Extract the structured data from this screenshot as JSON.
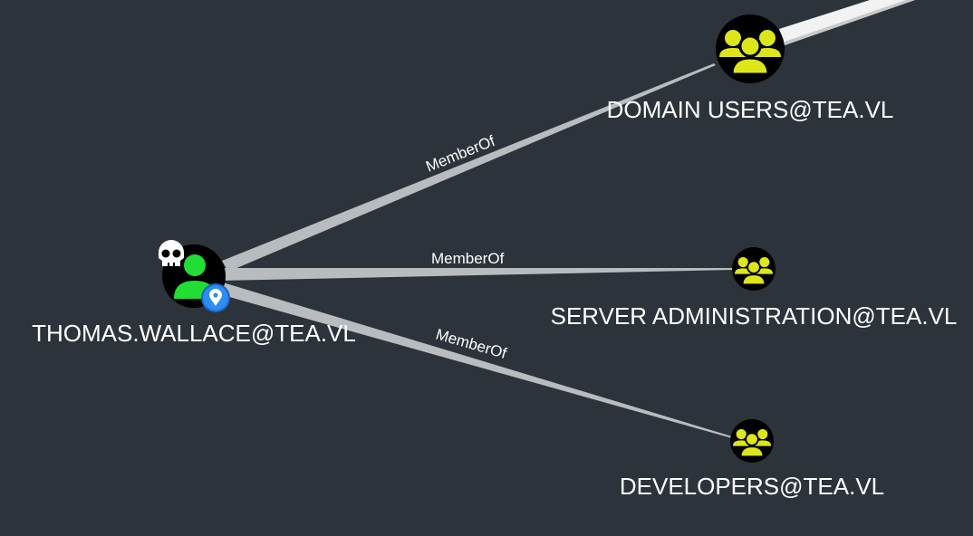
{
  "graph": {
    "nodes": [
      {
        "id": "user",
        "label": "THOMAS.WALLACE@TEA.VL",
        "type": "user",
        "owned": true,
        "has_session_marker": true
      },
      {
        "id": "domain_users",
        "label": "DOMAIN USERS@TEA.VL",
        "type": "group"
      },
      {
        "id": "server_admin",
        "label": "SERVER ADMINISTRATION@TEA.VL",
        "type": "group"
      },
      {
        "id": "developers",
        "label": "DEVELOPERS@TEA.VL",
        "type": "group"
      }
    ],
    "edges": [
      {
        "from": "user",
        "to": "domain_users",
        "label": "MemberOf"
      },
      {
        "from": "user",
        "to": "server_admin",
        "label": "MemberOf"
      },
      {
        "from": "user",
        "to": "developers",
        "label": "MemberOf"
      },
      {
        "from": "domain_users",
        "to": "offscreen",
        "label": ""
      }
    ],
    "icons": {
      "user": "user-icon",
      "group": "group-icon",
      "owned": "skull-icon",
      "marker": "location-pin-icon"
    },
    "colors": {
      "background": "#2d333b",
      "user_icon": "#22dd33",
      "group_icon": "#dde61a",
      "node_fill": "#000000",
      "edge": "#b8bbbe",
      "marker": "#2f8cf0"
    }
  }
}
